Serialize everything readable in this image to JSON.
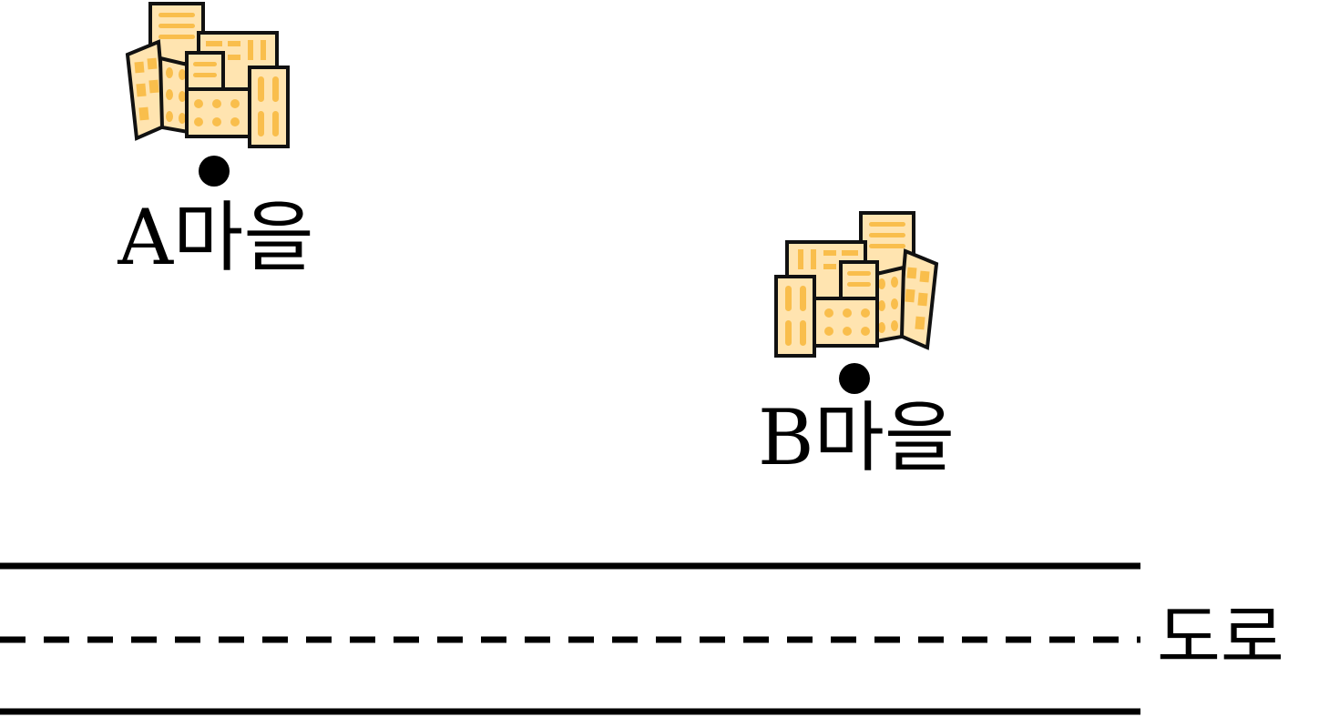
{
  "villages": [
    {
      "id": "A",
      "label": "A마을"
    },
    {
      "id": "B",
      "label": "B마을"
    }
  ],
  "road": {
    "label": "도로"
  },
  "colors": {
    "building_fill": "#FFE4B0",
    "building_window": "#F9BE4C",
    "building_outline": "#111111",
    "line": "#000000"
  },
  "icons": [
    "city-buildings-icon",
    "location-dot-icon"
  ]
}
